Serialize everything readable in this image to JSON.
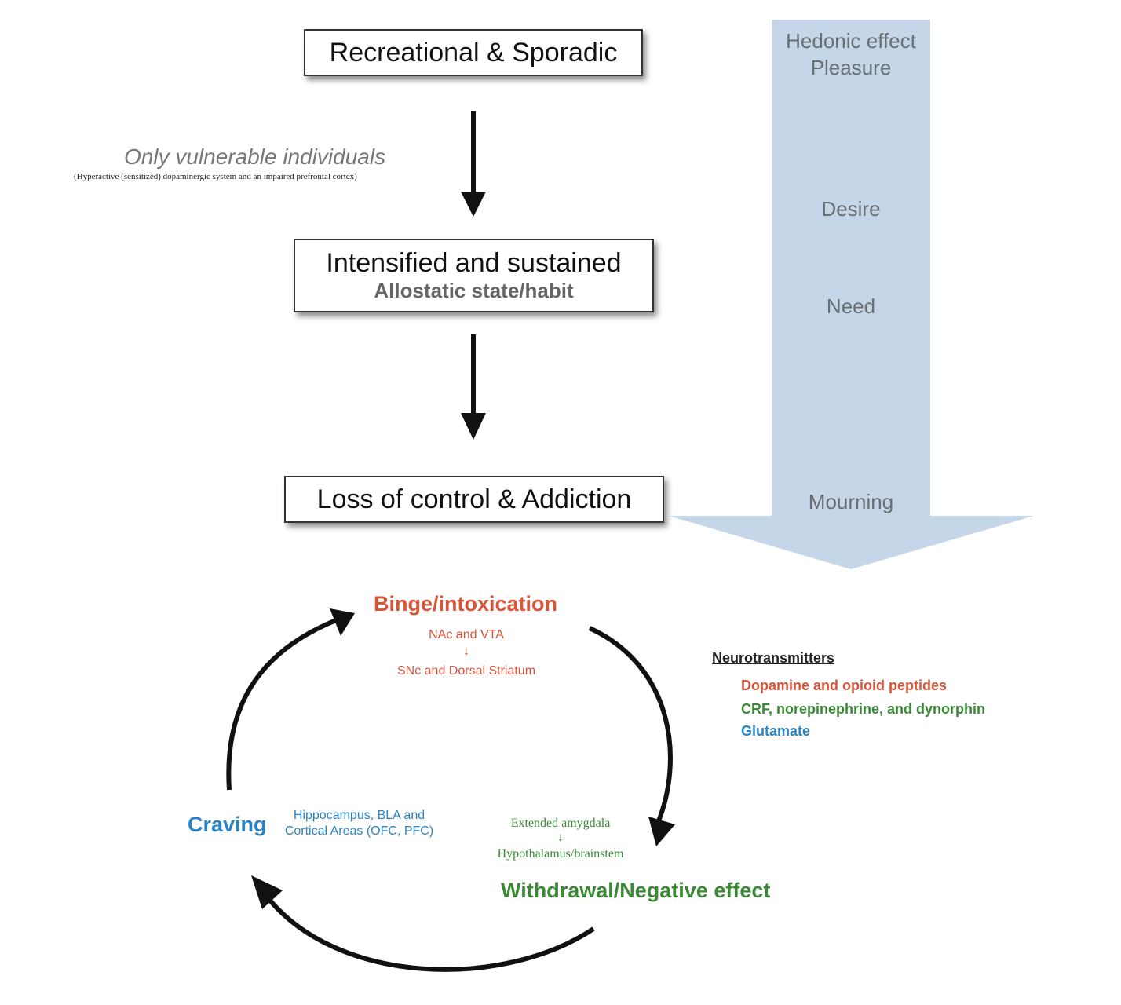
{
  "stages": {
    "recreational": "Recreational & Sporadic",
    "intensified": "Intensified and sustained",
    "intensified_sub": "Allostatic state/habit",
    "loss": "Loss of control & Addiction"
  },
  "vulnerable": {
    "title": "Only vulnerable individuals",
    "note": "(Hyperactive (sensitized) dopaminergic system and an impaired prefrontal cortex)"
  },
  "hedonic": {
    "labels": [
      "Hedonic effect",
      "Pleasure",
      "Desire",
      "Need",
      "Mourning"
    ],
    "fill": "#c5d6e8",
    "text_color": "#6a6f74"
  },
  "cycle": {
    "binge": {
      "label": "Binge/intoxication",
      "region_top": "NAc and VTA",
      "region_arrow": "↓",
      "region_bottom": "SNc and Dorsal Striatum",
      "color": "#d9553a"
    },
    "withdrawal": {
      "label": "Withdrawal/Negative effect",
      "region_top": "Extended amygdala",
      "region_arrow": "↓",
      "region_bottom": "Hypothalamus/brainstem",
      "color": "#3a8a35"
    },
    "craving": {
      "label": "Craving",
      "region_line1": "Hippocampus, BLA and",
      "region_line2": "Cortical Areas (OFC, PFC)",
      "color": "#2a84c4"
    }
  },
  "neurotransmitters": {
    "heading": "Neurotransmitters",
    "items": [
      {
        "label": "Dopamine and opioid peptides",
        "color": "#d9553a"
      },
      {
        "label": "CRF, norepinephrine, and dynorphin",
        "color": "#3a8a35"
      },
      {
        "label": "Glutamate",
        "color": "#2a84c4"
      }
    ]
  }
}
